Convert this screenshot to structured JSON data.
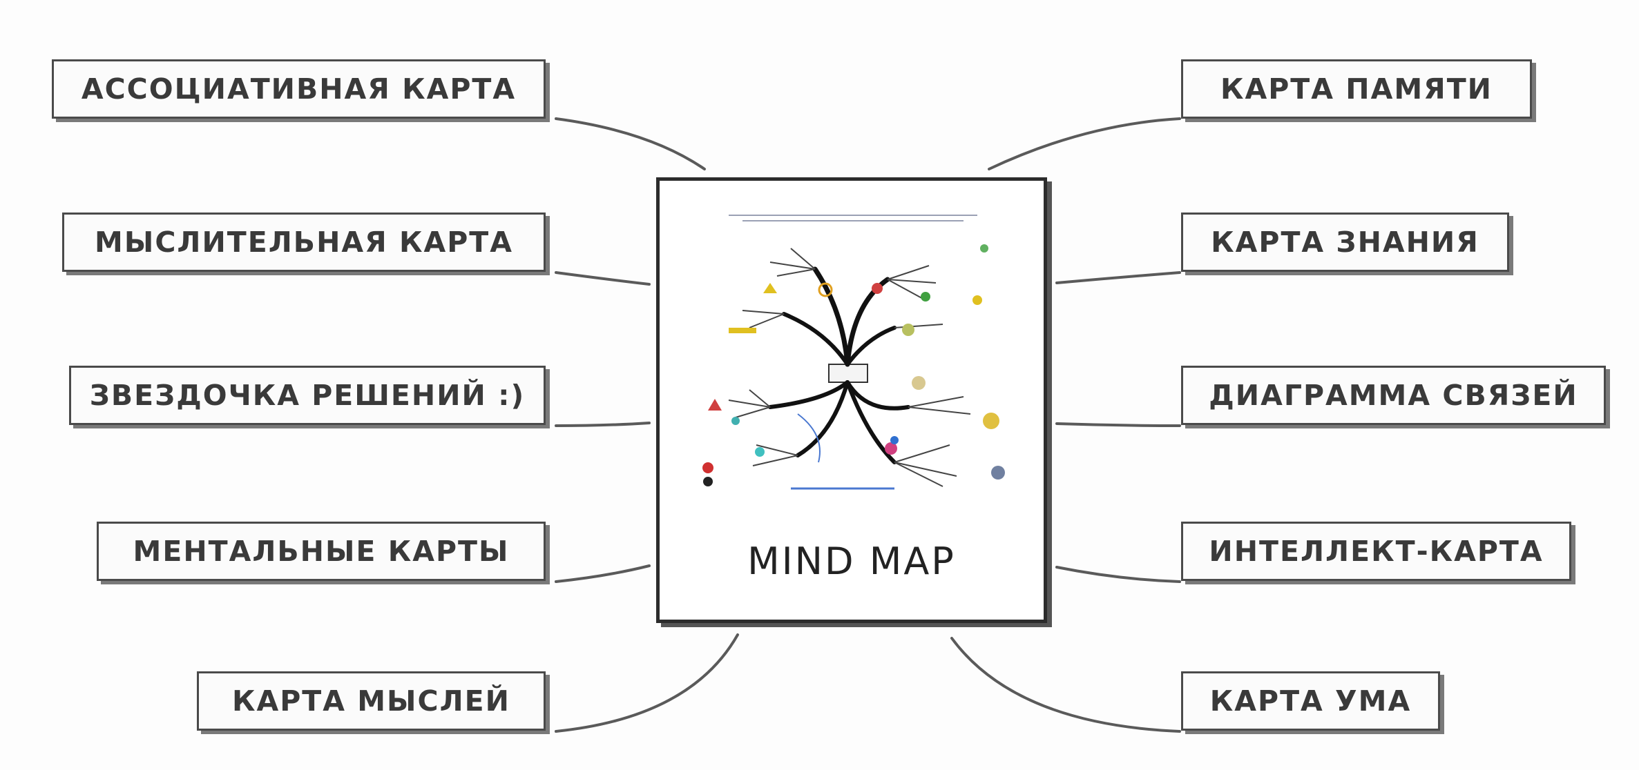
{
  "center": {
    "title": "MIND MAP"
  },
  "labels": {
    "left": [
      "АССОЦИАТИВНАЯ КАРТА",
      "МЫСЛИТЕЛЬНАЯ КАРТА",
      "ЗВЕЗДОЧКА РЕШЕНИЙ :)",
      "МЕНТАЛЬНЫЕ КАРТЫ",
      "КАРТА МЫСЛЕЙ"
    ],
    "right": [
      "КАРТА ПАМЯТИ",
      "КАРТА ЗНАНИЯ",
      "ДИАГРАММА СВЯЗЕЙ",
      "ИНТЕЛЛЕКТ-КАРТА",
      "КАРТА УМА"
    ]
  },
  "colors": {
    "line": "#555555",
    "border": "#4a4a4a"
  }
}
